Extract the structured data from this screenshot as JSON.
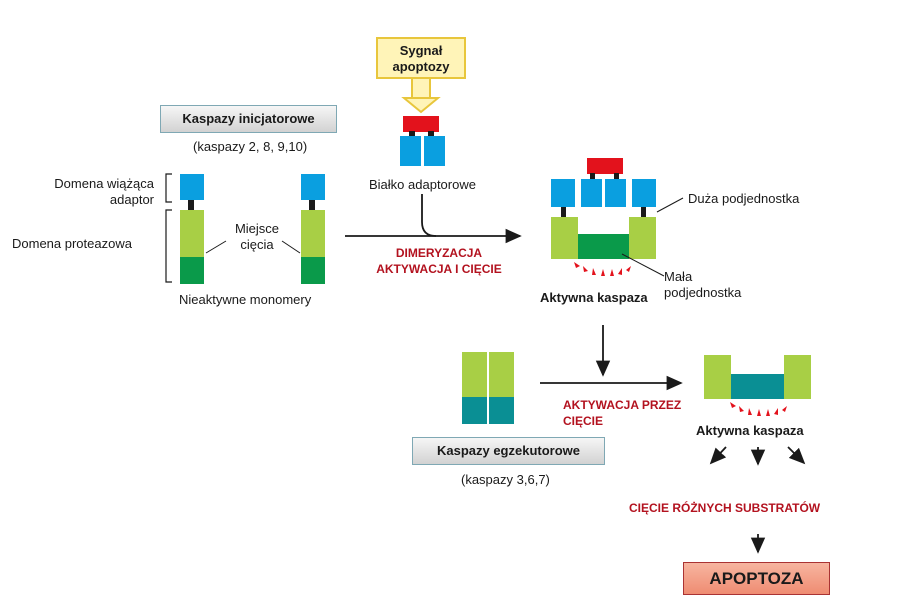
{
  "colors": {
    "light_green": "#a8cf45",
    "dark_green": "#0a9a4a",
    "blue": "#0a9fe0",
    "red": "#e3121c",
    "teal": "#0a8f94",
    "red_text": "#b3121f"
  },
  "labels": {
    "signal": "Sygnał apoptozy",
    "initiator_box": "Kaspazy inicjatorowe",
    "initiator_list": "(kaspazy 2, 8, 9,10)",
    "adaptor_domain": "Domena wiążąca adaptor",
    "protease_domain": "Domena proteazowa",
    "cleavage_site": "Miejsce cięcia",
    "inactive_monomers": "Nieaktywne monomery",
    "adaptor_protein": "Białko adaptorowe",
    "dimerization": "DIMERYZACJA AKTYWACJA I CIĘCIE",
    "large_subunit": "Duża podjednostka",
    "small_subunit": "Mała podjednostka",
    "active_caspase_1": "Aktywna kaspaza",
    "activation_cleavage": "AKTYWACJA PRZEZ CIĘCIE",
    "executor_box": "Kaspazy egzekutorowe",
    "executor_list": "(kaspazy 3,6,7)",
    "active_caspase_2": "Aktywna kaspaza",
    "substrate_cleavage": "CIĘCIE RÓŻNYCH SUBSTRATÓW",
    "apoptosis": "APOPTOZA"
  }
}
